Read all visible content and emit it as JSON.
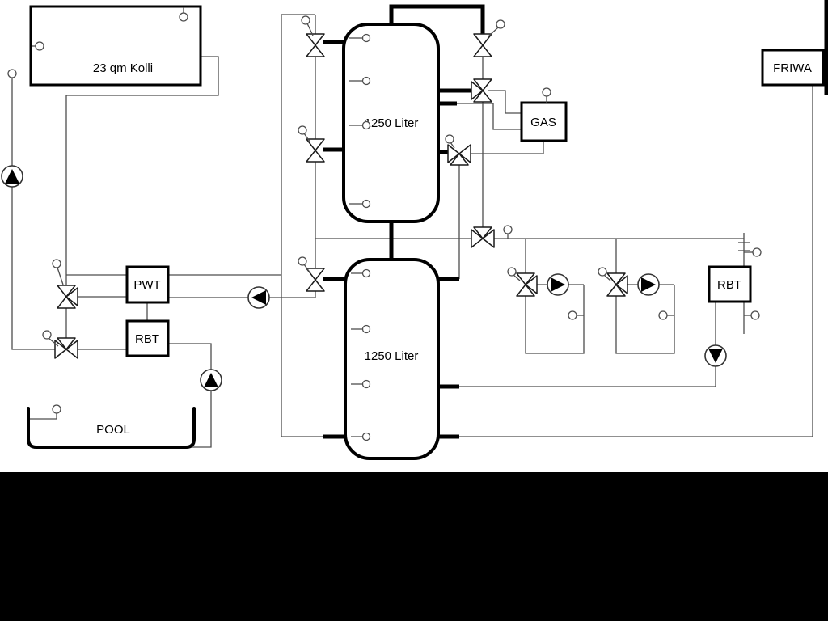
{
  "diagram": {
    "collector": {
      "label": "23 qm Kolli"
    },
    "tanks": {
      "top": {
        "label": "1250 Liter"
      },
      "bottom": {
        "label": "1250 Liter"
      }
    },
    "boxes": {
      "gas": "GAS",
      "friwa": "FRIWA",
      "pwt": "PWT",
      "rbt_left": "RBT",
      "rbt_right": "RBT"
    },
    "pool": {
      "label": "POOL"
    },
    "colors": {
      "background": "#ffffff",
      "pipe_thick": "#000000",
      "line_thin": "#4d4d4d",
      "footer": "#000000",
      "pump_triangle": "#000000"
    }
  }
}
